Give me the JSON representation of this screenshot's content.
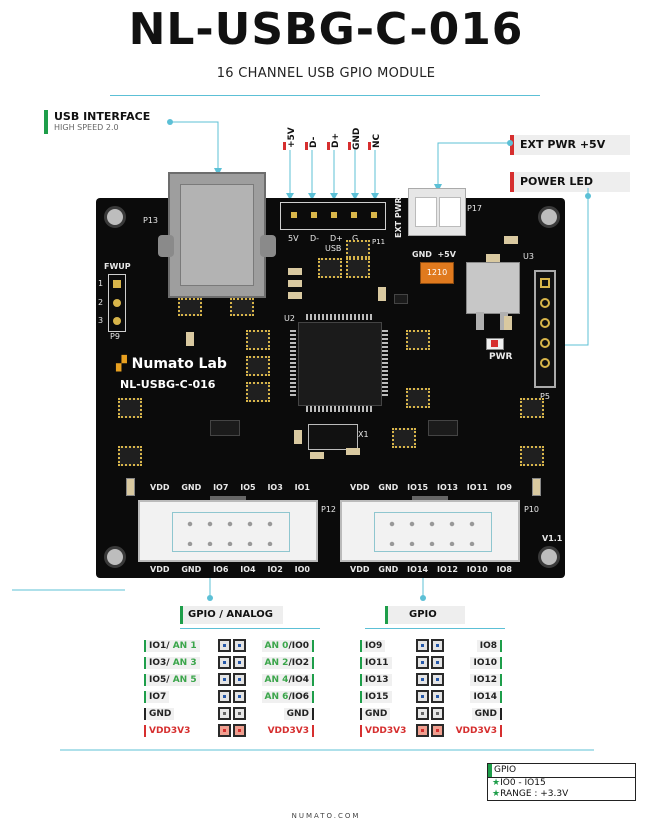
{
  "header": {
    "title": "NL-USBG-C-016",
    "subtitle": "16 CHANNEL USB GPIO MODULE"
  },
  "callouts": {
    "usb_interface": "USB INTERFACE",
    "usb_interface_sub": "HIGH SPEED 2.0",
    "ext_pwr": "EXT PWR +5V",
    "power_led": "POWER LED",
    "gpio_analog": "GPIO / ANALOG",
    "gpio": "GPIO"
  },
  "usb_pins": {
    "top_labels": [
      "+5V",
      "D-",
      "D+",
      "GND",
      "NC"
    ],
    "bottom_labels": [
      "5V",
      "D-",
      "D+",
      "G"
    ],
    "group_label": "USB",
    "ref": "P11"
  },
  "board": {
    "brand": "Numato Lab",
    "model": "NL-USBG-C-016",
    "version": "V1.1",
    "refs": {
      "p13": "P13",
      "p9": "P9",
      "p17": "P17",
      "u3": "U3",
      "u2": "U2",
      "x1": "X1",
      "p5": "P5",
      "p12": "P12",
      "p10": "P10"
    },
    "fwup": "FWUP",
    "fwup_pins": [
      "1",
      "2",
      "3"
    ],
    "ext_pwr_vertical": "EXT PWR",
    "ext_pwr_pins": "GND  +5V",
    "pwr_led": "PWR",
    "fuse": "1210",
    "left_header_top": [
      "VDD",
      "GND",
      "IO7",
      "IO5",
      "IO3",
      "IO1"
    ],
    "left_header_bottom": [
      "VDD",
      "GND",
      "IO6",
      "IO4",
      "IO2",
      "IO0"
    ],
    "right_header_top": [
      "VDD",
      "GND",
      "IO15",
      "IO13",
      "IO11",
      "IO9"
    ],
    "right_header_bottom": [
      "VDD",
      "GND",
      "IO14",
      "IO12",
      "IO10",
      "IO8"
    ]
  },
  "pinout_left": {
    "rows": [
      {
        "l1": "IO1",
        "l2": "AN 1",
        "r1": "AN 0",
        "r2": "IO0",
        "kind": "io"
      },
      {
        "l1": "IO3",
        "l2": "AN 3",
        "r1": "AN 2",
        "r2": "IO2",
        "kind": "io"
      },
      {
        "l1": "IO5",
        "l2": "AN 5",
        "r1": "AN 4",
        "r2": "IO4",
        "kind": "io"
      },
      {
        "l1": "IO7",
        "l2": "",
        "r1": "AN 6",
        "r2": "IO6",
        "kind": "io"
      },
      {
        "l1": "GND",
        "l2": "",
        "r1": "",
        "r2": "GND",
        "kind": "gnd"
      },
      {
        "l1": "VDD3V3",
        "l2": "",
        "r1": "",
        "r2": "VDD3V3",
        "kind": "vdd"
      }
    ]
  },
  "pinout_right": {
    "rows": [
      {
        "l": "IO9",
        "r": "IO8",
        "kind": "io"
      },
      {
        "l": "IO11",
        "r": "IO10",
        "kind": "io"
      },
      {
        "l": "IO13",
        "r": "IO12",
        "kind": "io"
      },
      {
        "l": "IO15",
        "r": "IO14",
        "kind": "io"
      },
      {
        "l": "GND",
        "r": "GND",
        "kind": "gnd"
      },
      {
        "l": "VDD3V3",
        "r": "VDD3V3",
        "kind": "vdd"
      }
    ]
  },
  "legend": {
    "title": "GPIO",
    "line1": "IO0 - IO15",
    "line2": "RANGE : +3.3V"
  },
  "footer": "NUMATO.COM",
  "colors": {
    "green": "#1e9e4a",
    "red": "#d62f2f",
    "blue": "#2457a8",
    "cyan": "#5cc0d6",
    "an_green": "#3aa54a"
  }
}
